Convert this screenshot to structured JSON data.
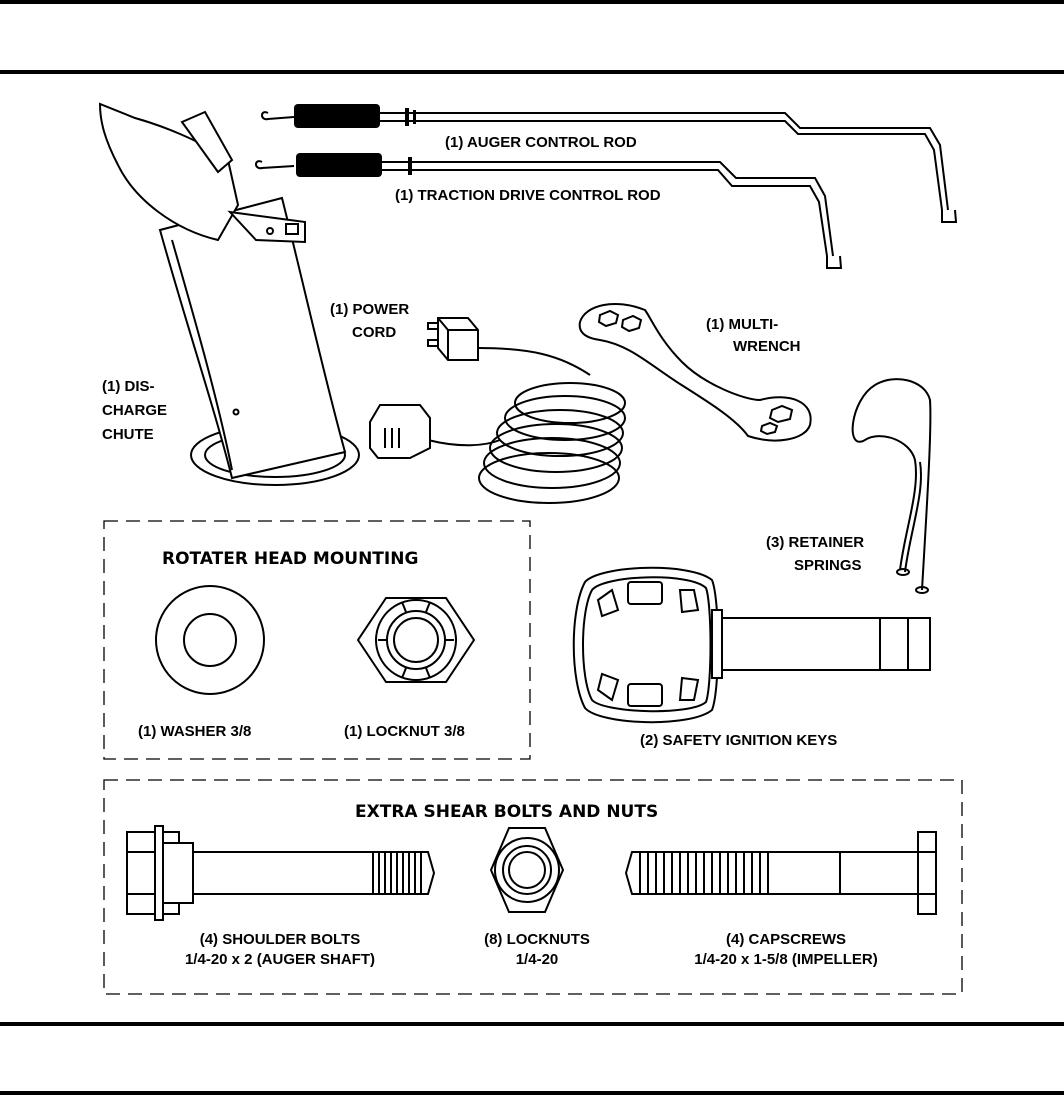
{
  "labels": {
    "auger_rod": "(1) AUGER CONTROL ROD",
    "traction_rod": "(1) TRACTION DRIVE CONTROL ROD",
    "power_cord": [
      "(1) POWER",
      "CORD"
    ],
    "multi_wrench": [
      "(1) MULTI-",
      "WRENCH"
    ],
    "chute": [
      "(1) DIS-",
      "CHARGE",
      "CHUTE"
    ],
    "retainer": [
      "(3) RETAINER",
      "SPRINGS"
    ],
    "rotater_heading": "ROTATER HEAD MOUNTING",
    "washer": "(1) WASHER  3/8",
    "locknut_38": "(1) LOCKNUT  3/8",
    "ignition_keys": "(2) SAFETY IGNITION KEYS",
    "shear_heading": "EXTRA SHEAR BOLTS AND NUTS",
    "shoulder_bolts": [
      "(4) SHOULDER BOLTS",
      "1/4-20 x 2 (AUGER SHAFT)"
    ],
    "locknuts": [
      "(8) LOCKNUTS",
      "1/4-20"
    ],
    "capscrews": [
      "(4) CAPSCREWS",
      "1/4-20 x 1-5/8 (IMPELLER)"
    ]
  }
}
